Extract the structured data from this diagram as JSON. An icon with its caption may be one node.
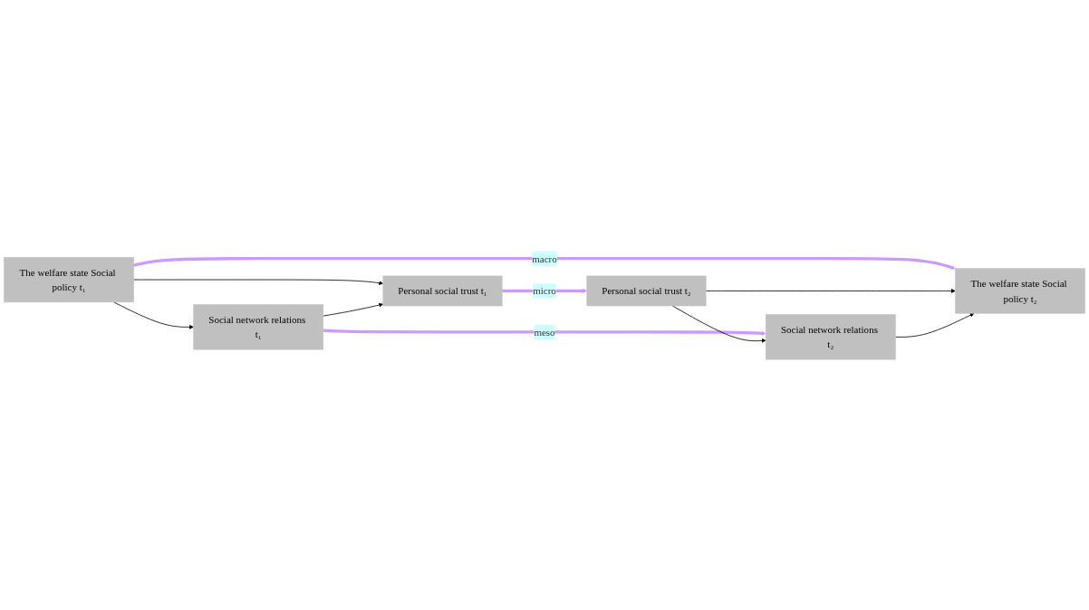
{
  "diagram": {
    "nodes": [
      {
        "text": [
          "The welfare state Social policy t₁"
        ]
      },
      {
        "text": [
          "The welfare state Social policy t₂"
        ]
      },
      {
        "text": [
          "Social network relations t₁"
        ]
      },
      {
        "text": [
          "Social network relations t₂"
        ]
      },
      {
        "text": [
          "Personal social trust t₁"
        ]
      },
      {
        "text": [
          "Personal social trust t₂"
        ]
      }
    ],
    "edges": [
      {
        "from": 0,
        "to": 1,
        "arrow": "to",
        "label": "macro",
        "style": "thick",
        "color": "#cc99ff"
      },
      {
        "from": 2,
        "to": 3,
        "arrow": "to",
        "label": "meso",
        "style": "thick",
        "color": "#cc99ff"
      },
      {
        "from": 4,
        "to": 5,
        "arrow": "to",
        "label": "micro",
        "style": "thick",
        "color": "#cc99ff"
      },
      {
        "from": 0,
        "to": 2,
        "arrow": "to"
      },
      {
        "from": 0,
        "to": 4,
        "arrow": "to"
      },
      {
        "from": 2,
        "to": 4,
        "arrow": "to"
      },
      {
        "from": 5,
        "to": 1,
        "arrow": "to"
      },
      {
        "from": 3,
        "to": 1,
        "arrow": "to"
      },
      {
        "from": 5,
        "to": 3,
        "arrow": "to"
      }
    ]
  }
}
